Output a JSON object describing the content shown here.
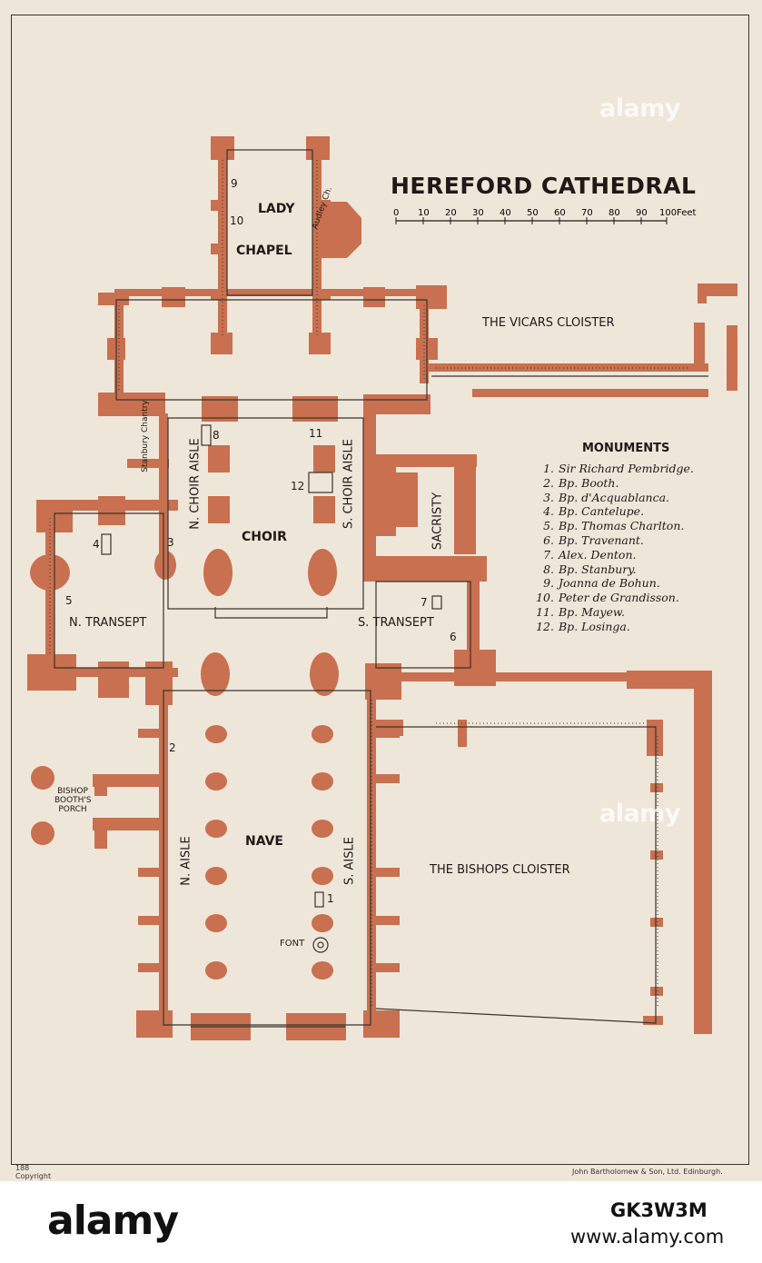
{
  "map": {
    "title": "HEREFORD CATHEDRAL",
    "scale": {
      "ticks": [
        "0",
        "10",
        "20",
        "30",
        "40",
        "50",
        "60",
        "70",
        "80",
        "90",
        "100"
      ],
      "unit": "Feet"
    },
    "colors": {
      "paper": "#efe6da",
      "masonry": "#c8704f",
      "ink": "#1f1a17"
    },
    "labels": {
      "lady_chapel_1": "LADY",
      "lady_chapel_2": "CHAPEL",
      "audley_chantry": "Audley Ch.",
      "vicars_cloister": "THE VICARS CLOISTER",
      "stanbury_chantry": "Stanbury Chantry",
      "n_choir_aisle": "N. CHOIR AISLE",
      "s_choir_aisle": "S. CHOIR AISLE",
      "choir": "CHOIR",
      "sacristy": "SACRISTY",
      "n_transept": "N. TRANSEPT",
      "s_transept": "S. TRANSEPT",
      "bishop_booths_porch": "BISHOP BOOTH'S PORCH",
      "n_aisle": "N. AISLE",
      "nave": "NAVE",
      "s_aisle": "S. AISLE",
      "bishops_cloister": "THE BISHOPS CLOISTER",
      "font": "FONT"
    },
    "plan_numbers": [
      "1",
      "2",
      "3",
      "4",
      "5",
      "6",
      "7",
      "8",
      "9",
      "10",
      "11",
      "12"
    ],
    "monuments": {
      "heading": "MONUMENTS",
      "items": [
        {
          "n": "1.",
          "name": "Sir Richard Pembridge."
        },
        {
          "n": "2.",
          "name": "Bp. Booth."
        },
        {
          "n": "3.",
          "name": "Bp. d'Acquablanca."
        },
        {
          "n": "4.",
          "name": "Bp. Cantelupe."
        },
        {
          "n": "5.",
          "name": "Bp. Thomas Charlton."
        },
        {
          "n": "6.",
          "name": "Bp. Travenant."
        },
        {
          "n": "7.",
          "name": "Alex. Denton."
        },
        {
          "n": "8.",
          "name": "Bp. Stanbury."
        },
        {
          "n": "9.",
          "name": "Joanna de Bohun."
        },
        {
          "n": "10.",
          "name": "Peter de Grandisson."
        },
        {
          "n": "11.",
          "name": "Bp. Mayew."
        },
        {
          "n": "12.",
          "name": "Bp. Losinga."
        }
      ]
    },
    "footer": {
      "page": "188",
      "copyright": "Copyright",
      "publisher": "John Bartholomew & Son, Ltd. Edinburgh."
    }
  },
  "watermark": {
    "logo": "alamy",
    "id": "GK3W3M",
    "url": "www.alamy.com",
    "ghost": "alamy"
  }
}
